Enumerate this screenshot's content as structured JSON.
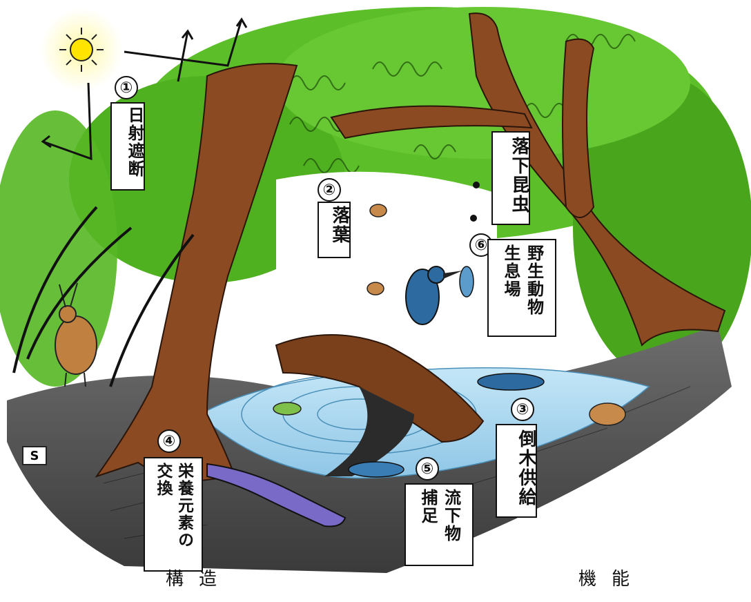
{
  "labels": {
    "sun_shade": {
      "number": "①",
      "text": "日射遮断"
    },
    "leaf_litter": {
      "number": "②",
      "text": "落葉"
    },
    "falling_insects": {
      "text": "落下昆虫"
    },
    "wildlife_habitat": {
      "number": "⑥",
      "col1": "生息場",
      "col2": "野生動物"
    },
    "fallen_tree": {
      "number": "③",
      "text": "倒木供給"
    },
    "nutrient_exchange": {
      "number": "④",
      "col1": "交換",
      "col2": "栄養元素の"
    },
    "drift_capture": {
      "number": "⑤",
      "col1": "捕足",
      "col2": "流下物"
    }
  },
  "captions": {
    "left": "構造",
    "right": "機能"
  },
  "logo_mark": "S",
  "colors": {
    "canopy": "#5cbf2a",
    "trunk": "#8b4a22",
    "water": "#a9d7f0",
    "ground": "#5a5a5a",
    "sun": "#ffe400"
  }
}
